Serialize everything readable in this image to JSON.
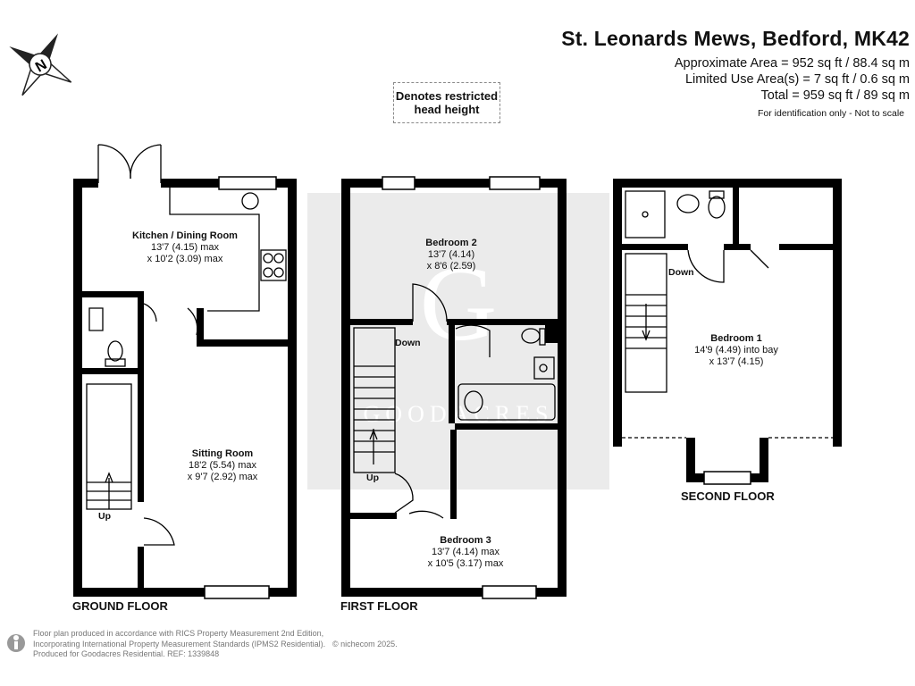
{
  "header": {
    "title": "St. Leonards Mews, Bedford, MK42",
    "approx_area": "Approximate Area = 952 sq ft / 88.4 sq m",
    "limited_area": "Limited Use Area(s) = 7 sq ft / 0.6 sq m",
    "total_area": "Total = 959 sq ft / 89 sq m",
    "disclaimer": "For identification only - Not to scale"
  },
  "compass": {
    "letter": "N"
  },
  "legend": {
    "restricted_label": "Denotes restricted head height"
  },
  "watermark": {
    "letter": "G",
    "text": "GOODACRES"
  },
  "floors": {
    "ground": {
      "label": "GROUND FLOOR",
      "rooms": [
        {
          "name": "Kitchen / Dining Room",
          "dim1": "13'7 (4.15) max",
          "dim2": "x 10'2 (3.09) max"
        },
        {
          "name": "Sitting Room",
          "dim1": "18'2 (5.54) max",
          "dim2": "x 9'7 (2.92) max"
        }
      ],
      "stairs": "Up"
    },
    "first": {
      "label": "FIRST FLOOR",
      "rooms": [
        {
          "name": "Bedroom 2",
          "dim1": "13'7 (4.14)",
          "dim2": "x 8'6 (2.59)"
        },
        {
          "name": "Bedroom 3",
          "dim1": "13'7 (4.14) max",
          "dim2": "x 10'5 (3.17) max"
        }
      ],
      "stairs_down": "Down",
      "stairs_up": "Up"
    },
    "second": {
      "label": "SECOND FLOOR",
      "rooms": [
        {
          "name": "Bedroom 1",
          "dim1": "14'9 (4.49) into bay",
          "dim2": "x 13'7 (4.15)"
        }
      ],
      "stairs_down": "Down"
    }
  },
  "footer": {
    "line1": "Floor plan produced in accordance with RICS Property Measurement 2nd Edition,",
    "line2": "Incorporating International Property Measurement Standards (IPMS2 Residential).",
    "line3": "Produced for Goodacres Residential.   REF: 1339848",
    "copyright": "© nichecom 2025."
  },
  "colors": {
    "wall": "#000000",
    "watermark": "#c8c8c8",
    "text": "#111111"
  }
}
